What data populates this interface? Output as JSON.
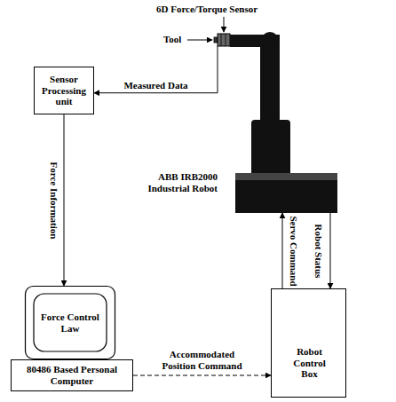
{
  "diagram": {
    "nodes": [
      {
        "text": [
          "ABB IRB2000 Industrial Robot"
        ]
      },
      {
        "text": [
          "Sensor Processing unit"
        ]
      },
      {
        "text": [
          "Force Control Law"
        ]
      },
      {
        "text": [
          "80486 Based Personal Computer"
        ]
      },
      {
        "text": [
          "Robot Control Box"
        ]
      }
    ],
    "edges": [
      {
        "from": 0,
        "to": 1,
        "label": "Measured Data",
        "arrow": "to"
      },
      {
        "from": 1,
        "to": 2,
        "label": "Force Information",
        "arrow": "to"
      },
      {
        "from": 3,
        "to": 4,
        "label": "Accommodated Position Command",
        "arrow": "to"
      },
      {
        "from": 4,
        "to": 0,
        "label": "Servo Command",
        "arrow": "to"
      },
      {
        "from": 0,
        "to": 4,
        "label": "Robot Status",
        "arrow": "to"
      }
    ],
    "labels": [
      "6D Force/Torque Sensor",
      "Tool"
    ]
  }
}
